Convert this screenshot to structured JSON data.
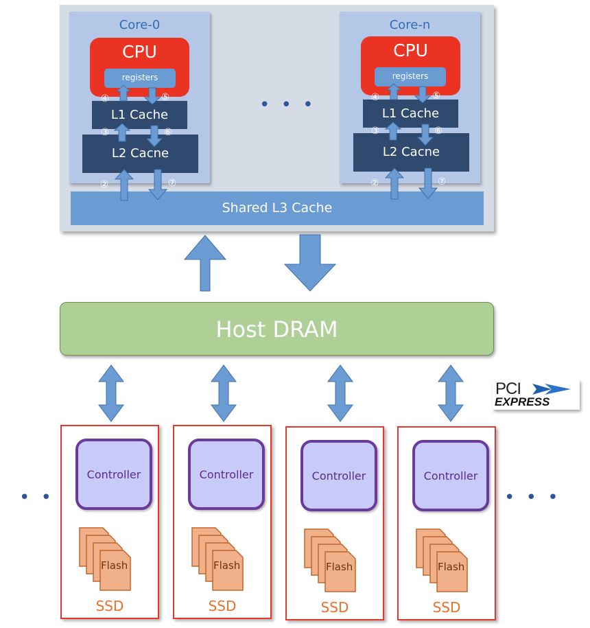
{
  "cores": [
    {
      "title": "Core-0",
      "cpu": "CPU",
      "registers": "registers",
      "l1": "L1 Cache",
      "l2": "L2 Cacne"
    },
    {
      "title": "Core-n",
      "cpu": "CPU",
      "registers": "registers",
      "l1": "L1 Cache",
      "l2": "L2 Cacne"
    }
  ],
  "step_numbers": [
    "②",
    "③",
    "④",
    "⑤",
    "⑥",
    "⑦"
  ],
  "core_ellipsis": "• • •",
  "l3": "Shared L3 Cache",
  "dram": "Host DRAM",
  "pcie": {
    "line1": "PCI",
    "line2": "EXPRESS"
  },
  "ssds": [
    {
      "controller": "Controller",
      "flash": "Flash",
      "label": "SSD"
    },
    {
      "controller": "Controller",
      "flash": "Flash",
      "label": "SSD"
    },
    {
      "controller": "Controller",
      "flash": "Flash",
      "label": "SSD"
    },
    {
      "controller": "Controller",
      "flash": "Flash",
      "label": "SSD"
    }
  ],
  "ssd_ellipsis": "• • •",
  "colors": {
    "cpu": "#ea3323",
    "cache": "#2f4a6e",
    "l3": "#6a9bd2",
    "dram": "#aecf95",
    "controller": "#c8caf7",
    "flash": "#efb08a",
    "ssd_border": "#e8372c",
    "arrow": "#6a9bd2"
  }
}
